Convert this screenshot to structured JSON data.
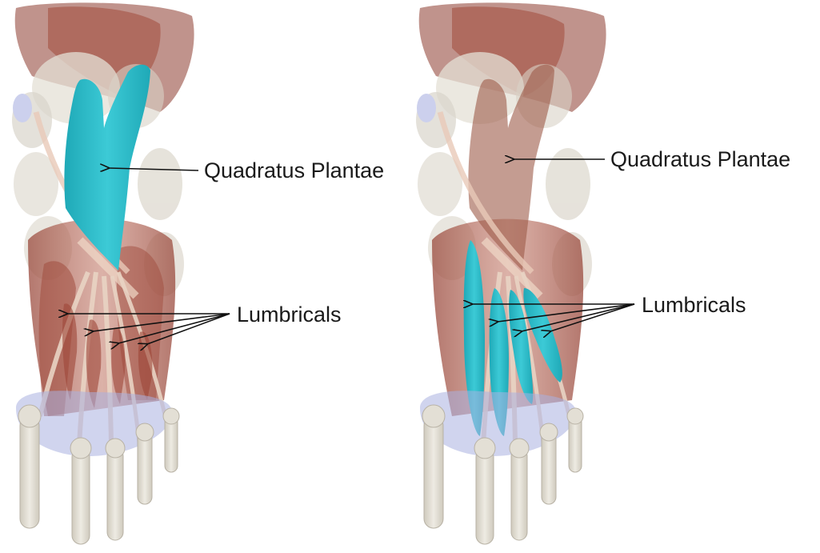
{
  "panels": [
    {
      "id": "left",
      "highlighted_muscle": "Quadratus Plantae",
      "labels": {
        "quadratus_plantae": "Quadratus Plantae",
        "lumbricals": "Lumbricals"
      }
    },
    {
      "id": "right",
      "highlighted_muscle": "Lumbricals",
      "labels": {
        "quadratus_plantae": "Quadratus Plantae",
        "lumbricals": "Lumbricals"
      }
    }
  ],
  "colors": {
    "highlight": "#2bbcc8",
    "muscle": "#a8584a",
    "muscle_light": "#c98a7c",
    "bone": "#e6e2d8",
    "bone_shadow": "#c9c4b8",
    "fat_pad": "#aeb4e0",
    "arrow": "#111111",
    "background": "#ffffff"
  }
}
